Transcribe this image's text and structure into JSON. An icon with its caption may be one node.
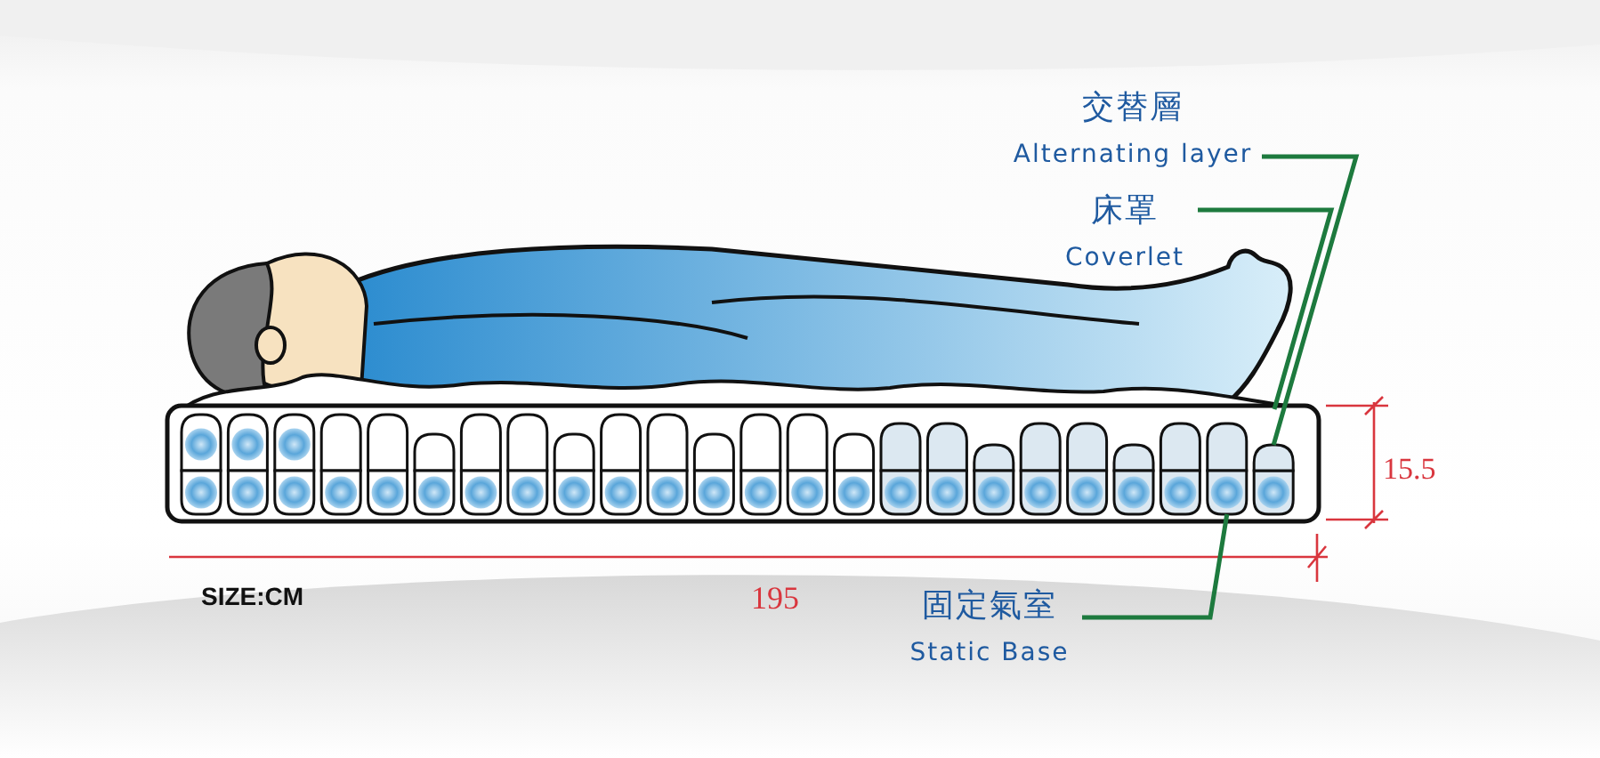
{
  "diagram": {
    "nodes": [
      {
        "text": [
          "交替層",
          "Alternating layer"
        ]
      },
      {
        "text": [
          "床罩",
          "Coverlet"
        ]
      },
      {
        "text": [
          "固定氣室",
          "Static Base"
        ]
      },
      {
        "text": [],
        "shape": "box"
      },
      {
        "text": [],
        "shape": "box"
      }
    ],
    "edges": [
      {
        "from": 0,
        "to": 3,
        "arrow": "none"
      },
      {
        "from": 1,
        "to": null,
        "arrow": "none"
      },
      {
        "from": 2,
        "to": 4,
        "arrow": "none"
      }
    ],
    "labels": [
      "15.5",
      "SIZE:CM",
      "195"
    ]
  }
}
